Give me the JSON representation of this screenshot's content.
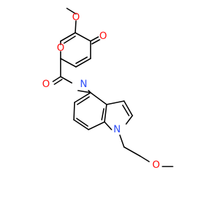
{
  "molecule": {
    "atoms": [
      {
        "id": "O_meo1",
        "label": "O",
        "color": "#ff0d0d"
      },
      {
        "id": "O_keto",
        "label": "O",
        "color": "#ff0d0d"
      },
      {
        "id": "O_ring",
        "label": "O",
        "color": "#ff0d0d"
      },
      {
        "id": "O_amide",
        "label": "O",
        "color": "#ff0d0d"
      },
      {
        "id": "N_amide",
        "label": "N",
        "color": "#3050f8"
      },
      {
        "id": "N_indole",
        "label": "N",
        "color": "#3050f8"
      },
      {
        "id": "O_meo2",
        "label": "O",
        "color": "#ff0d0d"
      }
    ],
    "bond_color": "#000000"
  }
}
